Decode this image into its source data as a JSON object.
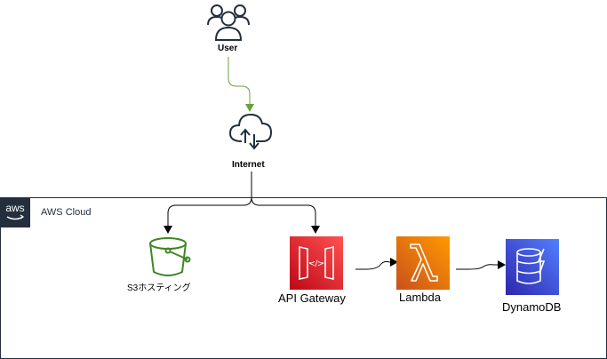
{
  "nodes": {
    "user": {
      "label": "User",
      "icon": "users-icon"
    },
    "internet": {
      "label": "Internet",
      "icon": "internet-cloud-icon"
    },
    "s3": {
      "label": "S3ホスティング",
      "icon": "s3-bucket-icon",
      "color": "#3f8624"
    },
    "api_gateway": {
      "label": "API Gateway",
      "icon": "api-gateway-icon",
      "color": "#e7157b"
    },
    "lambda": {
      "label": "Lambda",
      "icon": "lambda-icon",
      "color": "#ed7100"
    },
    "dynamodb": {
      "label": "DynamoDB",
      "icon": "dynamodb-icon",
      "color": "#3b48cc"
    }
  },
  "group": {
    "label": "AWS Cloud",
    "badge": "aws",
    "icon": "aws-logo-icon"
  },
  "edges": [
    {
      "from": "user",
      "to": "internet",
      "color": "#6aa13a"
    },
    {
      "from": "internet",
      "to": "s3",
      "color": "#000000"
    },
    {
      "from": "internet",
      "to": "api_gateway",
      "color": "#000000"
    },
    {
      "from": "api_gateway",
      "to": "lambda",
      "color": "#000000"
    },
    {
      "from": "lambda",
      "to": "dynamodb",
      "color": "#000000"
    }
  ]
}
